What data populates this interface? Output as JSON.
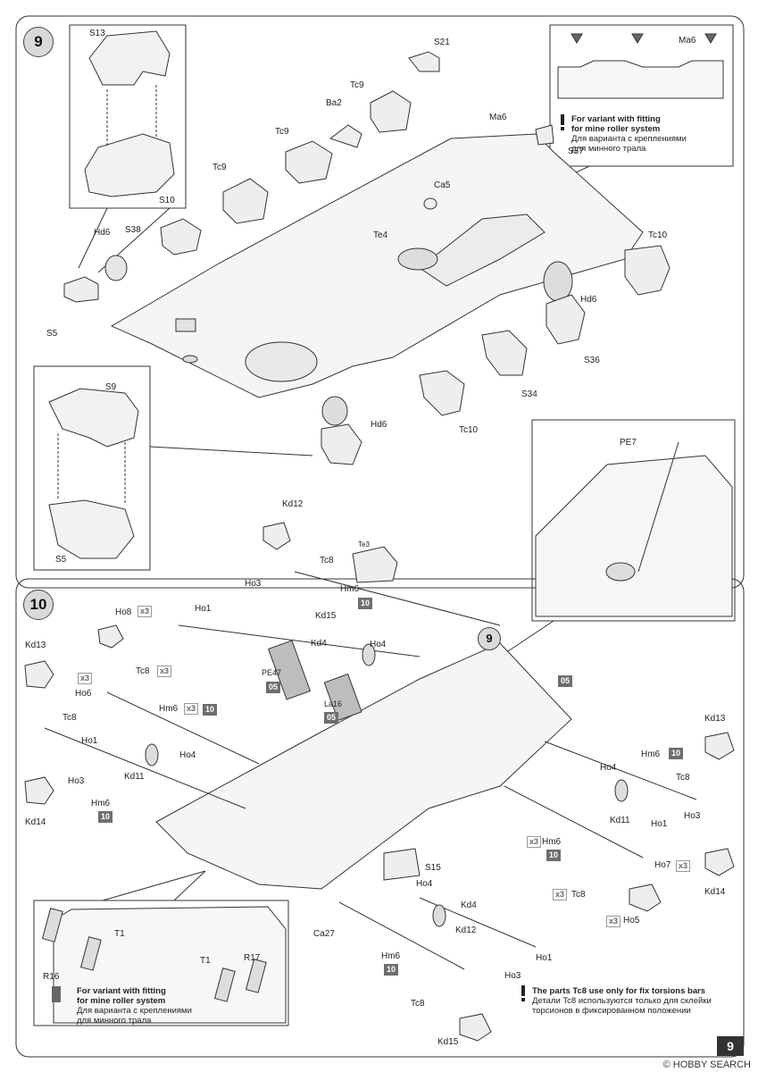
{
  "steps": {
    "step9": "9",
    "step10": "10",
    "bubble9": "9"
  },
  "step9_labels": {
    "S13": "S13",
    "S10": "S10",
    "S21": "S21",
    "Ma6": "Ma6",
    "Ma6_inset": "Ma6",
    "S37": "S37",
    "Tc9_a": "Tc9",
    "Tc9_b": "Tc9",
    "Tc9_c": "Tc9",
    "Ba2": "Ba2",
    "Ca5": "Ca5",
    "Te4": "Te4",
    "Hd6_a": "Hd6",
    "Hd6_b": "Hd6",
    "Hd6_c": "Hd6",
    "S38": "S38",
    "S5_a": "S5",
    "S5_b": "S5",
    "S9": "S9",
    "Tc10_a": "Tc10",
    "Tc10_b": "Tc10",
    "S36": "S36",
    "S34": "S34",
    "PE7": "PE7"
  },
  "step10_labels": {
    "Kd12_a": "Kd12",
    "Kd12_b": "Kd12",
    "Tc8_a": "Tc8",
    "Tc8_b": "Tc8",
    "Tc8_c": "Tc8",
    "Tc8_d": "Tc8",
    "Tc8_e": "Tc8",
    "Tc8_f": "Tc8",
    "Te3": "Te3",
    "Ho3_a": "Ho3",
    "Ho3_b": "Ho3",
    "Ho3_c": "Ho3",
    "Ho3_d": "Ho3",
    "Hm6_a": "Hm6",
    "Hm6_b": "Hm6",
    "Hm6_c": "Hm6",
    "Hm6_d": "Hm6",
    "Hm6_e": "Hm6",
    "Hm6_f": "Hm6",
    "Ho1_a": "Ho1",
    "Ho1_b": "Ho1",
    "Ho1_c": "Ho1",
    "Ho1_d": "Ho1",
    "Kd15_a": "Kd15",
    "Kd15_b": "Kd15",
    "Ho8": "Ho8",
    "Kd4_a": "Kd4",
    "Kd4_b": "Kd4",
    "Ho4_a": "Ho4",
    "Ho4_b": "Ho4",
    "Ho4_c": "Ho4",
    "Ho4_d": "Ho4",
    "Kd13_a": "Kd13",
    "Kd13_b": "Kd13",
    "Ho6": "Ho6",
    "PE47": "PE47",
    "La16": "La16",
    "Kd11_a": "Kd11",
    "Kd11_b": "Kd11",
    "Kd14_a": "Kd14",
    "Kd14_b": "Kd14",
    "Ho7": "Ho7",
    "Ho5": "Ho5",
    "S15": "S15",
    "Ca27": "Ca27",
    "T1_a": "T1",
    "T1_b": "T1",
    "R16": "R16",
    "R17": "R17"
  },
  "refs": {
    "r10": "10",
    "r05": "05",
    "x3": "x3"
  },
  "notes": {
    "mine_en_1": "For variant  with fitting",
    "mine_en_2": "for mine roller system",
    "mine_ru_1": "Для варианта  с  креплениями",
    "mine_ru_2": "для минного трала",
    "tc8_en": "The parts Tc8 use only for fix torsions bars",
    "tc8_ru_1": "Детали Tc8 используются только для склейки",
    "tc8_ru_2": "торсионов в фиксированном положении"
  },
  "page_number": "9",
  "watermark": "© HOBBY SEARCH"
}
